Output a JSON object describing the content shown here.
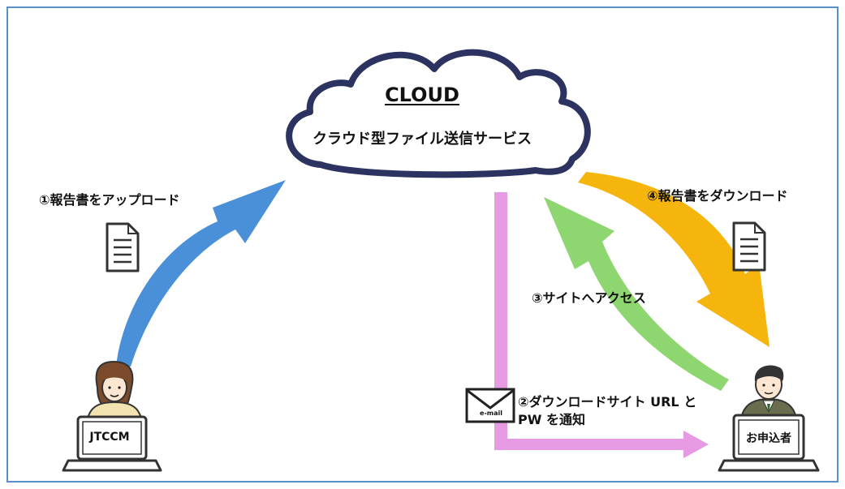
{
  "cloud": {
    "title": "CLOUD",
    "subtitle": "クラウド型ファイル送信サービス"
  },
  "steps": {
    "upload": "①報告書をアップロード",
    "notify_line1": "②ダウンロードサイト URL と",
    "notify_line2": "PW を通知",
    "access": "③サイトへアクセス",
    "download": "④報告書をダウンロード"
  },
  "actors": {
    "sender_screen": "JTCCM",
    "receiver_screen": "お申込者"
  },
  "mail_icon_text": "e-mail",
  "colors": {
    "frame": "#5b8fc7",
    "cloud_outline": "#2d3361",
    "upload_arrow": "#4a90d9",
    "notify_arrow": "#e59ae3",
    "access_arrow": "#8ed66f",
    "download_arrow": "#f5b50c"
  }
}
